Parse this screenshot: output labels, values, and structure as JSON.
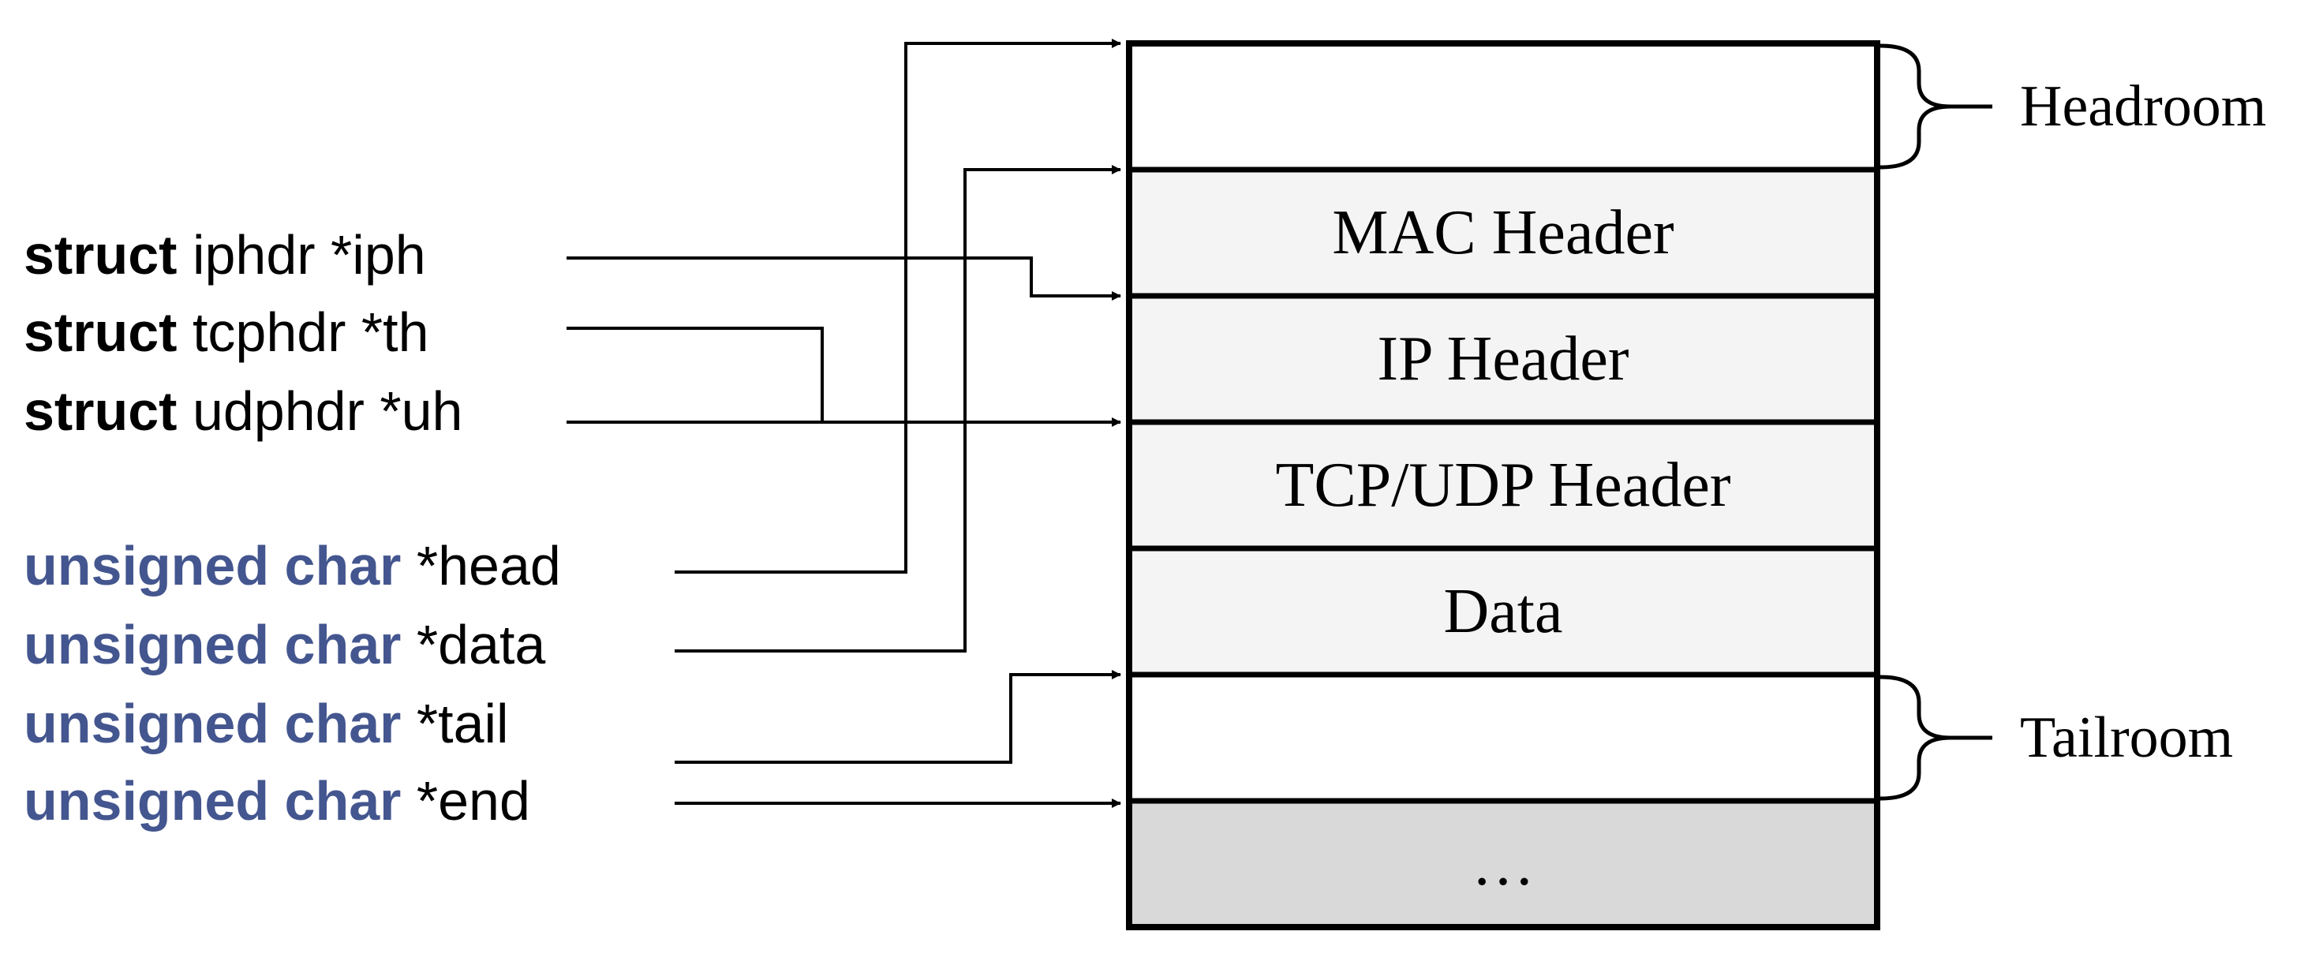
{
  "pointers": [
    {
      "type": "struct",
      "name": "iphdr *iph"
    },
    {
      "type": "struct",
      "name": "tcphdr *th"
    },
    {
      "type": "struct",
      "name": "udphdr *uh"
    },
    {
      "type": "unsigned char",
      "name": "*head"
    },
    {
      "type": "unsigned char",
      "name": "*data"
    },
    {
      "type": "unsigned char",
      "name": "*tail"
    },
    {
      "type": "unsigned char",
      "name": "*end"
    }
  ],
  "segments": [
    {
      "label": ""
    },
    {
      "label": "MAC Header"
    },
    {
      "label": "IP Header"
    },
    {
      "label": "TCP/UDP Header"
    },
    {
      "label": "Data"
    },
    {
      "label": ""
    },
    {
      "label": "…"
    }
  ],
  "rooms": {
    "headroom": "Headroom",
    "tailroom": "Tailroom"
  },
  "colors": {
    "keyword_unsigned": "#44568f",
    "header_fill": "#f4f4f4",
    "overflow_fill": "#d9d9d9",
    "stroke": "#000000"
  }
}
